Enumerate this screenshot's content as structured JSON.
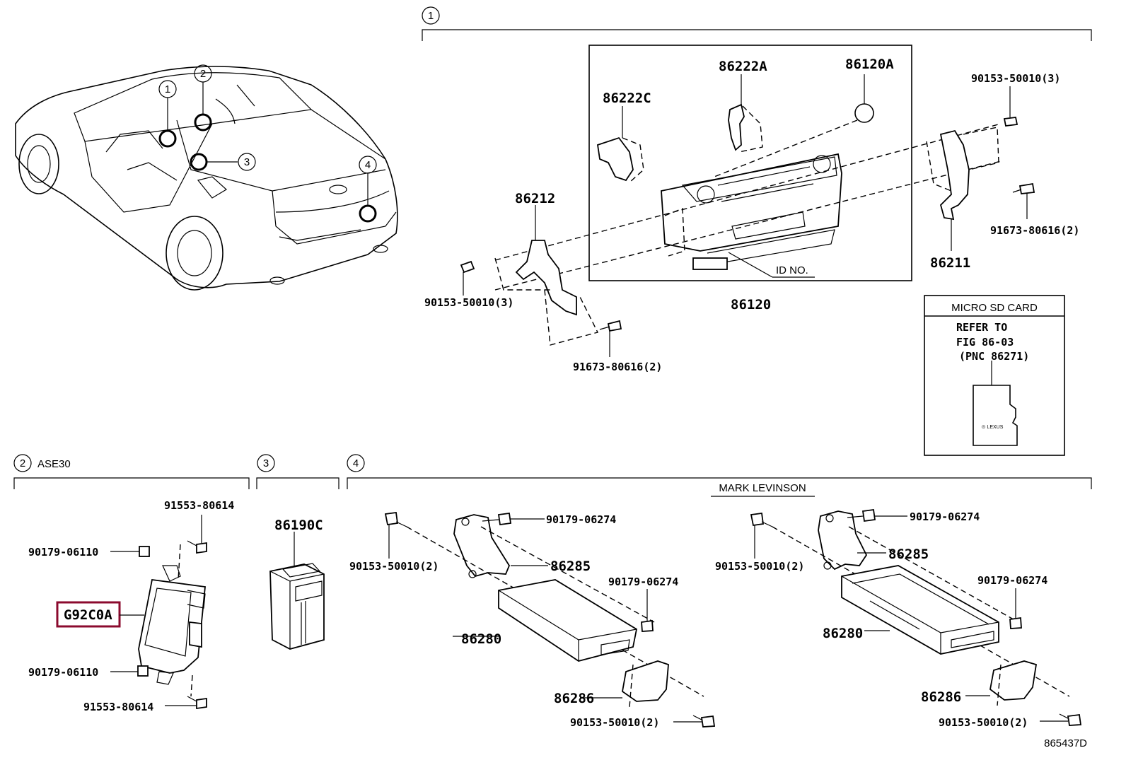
{
  "figure": {
    "code": "865437D"
  },
  "sections": {
    "s1": {
      "num": "1"
    },
    "s2": {
      "num": "2",
      "label": "ASE30"
    },
    "s3": {
      "num": "3"
    },
    "s4": {
      "num": "4",
      "label": "MARK LEVINSON"
    }
  },
  "car_callouts": [
    "1",
    "2",
    "3",
    "4"
  ],
  "parts": {
    "p86222A": "86222A",
    "p86120A": "86120A",
    "p86222C": "86222C",
    "p86212": "86212",
    "p86211": "86211",
    "p86120": "86120",
    "id_no": "ID NO.",
    "p90153_50010_3_right": "90153-50010(3)",
    "p91673_80616_2_right": "91673-80616(2)",
    "p90153_50010_3_left": "90153-50010(3)",
    "p91673_80616_2_left": "91673-80616(2)",
    "p91553_80614_top": "91553-80614",
    "p90179_06110_top": "90179-06110",
    "pG92C0A": "G92C0A",
    "p90179_06110_bot": "90179-06110",
    "p91553_80614_bot": "91553-80614",
    "p86190C": "86190C",
    "a_90179_06274_top": "90179-06274",
    "a_90153_50010_2_top": "90153-50010(2)",
    "a_86285": "86285",
    "a_90179_06274_mid": "90179-06274",
    "a_86280": "86280",
    "a_86286": "86286",
    "a_90153_50010_2_bot": "90153-50010(2)",
    "b_90179_06274_top": "90179-06274",
    "b_90153_50010_2_top": "90153-50010(2)",
    "b_86285": "86285",
    "b_90179_06274_mid": "90179-06274",
    "b_86280": "86280",
    "b_86286": "86286",
    "b_90153_50010_2_bot": "90153-50010(2)"
  },
  "micro_sd": {
    "title": "MICRO SD CARD",
    "line1": "REFER TO",
    "line2": "FIG 86-03",
    "line3": "(PNC 86271)"
  },
  "colors": {
    "highlight": "#8b0a2e",
    "line": "#000000",
    "background": "#ffffff"
  }
}
